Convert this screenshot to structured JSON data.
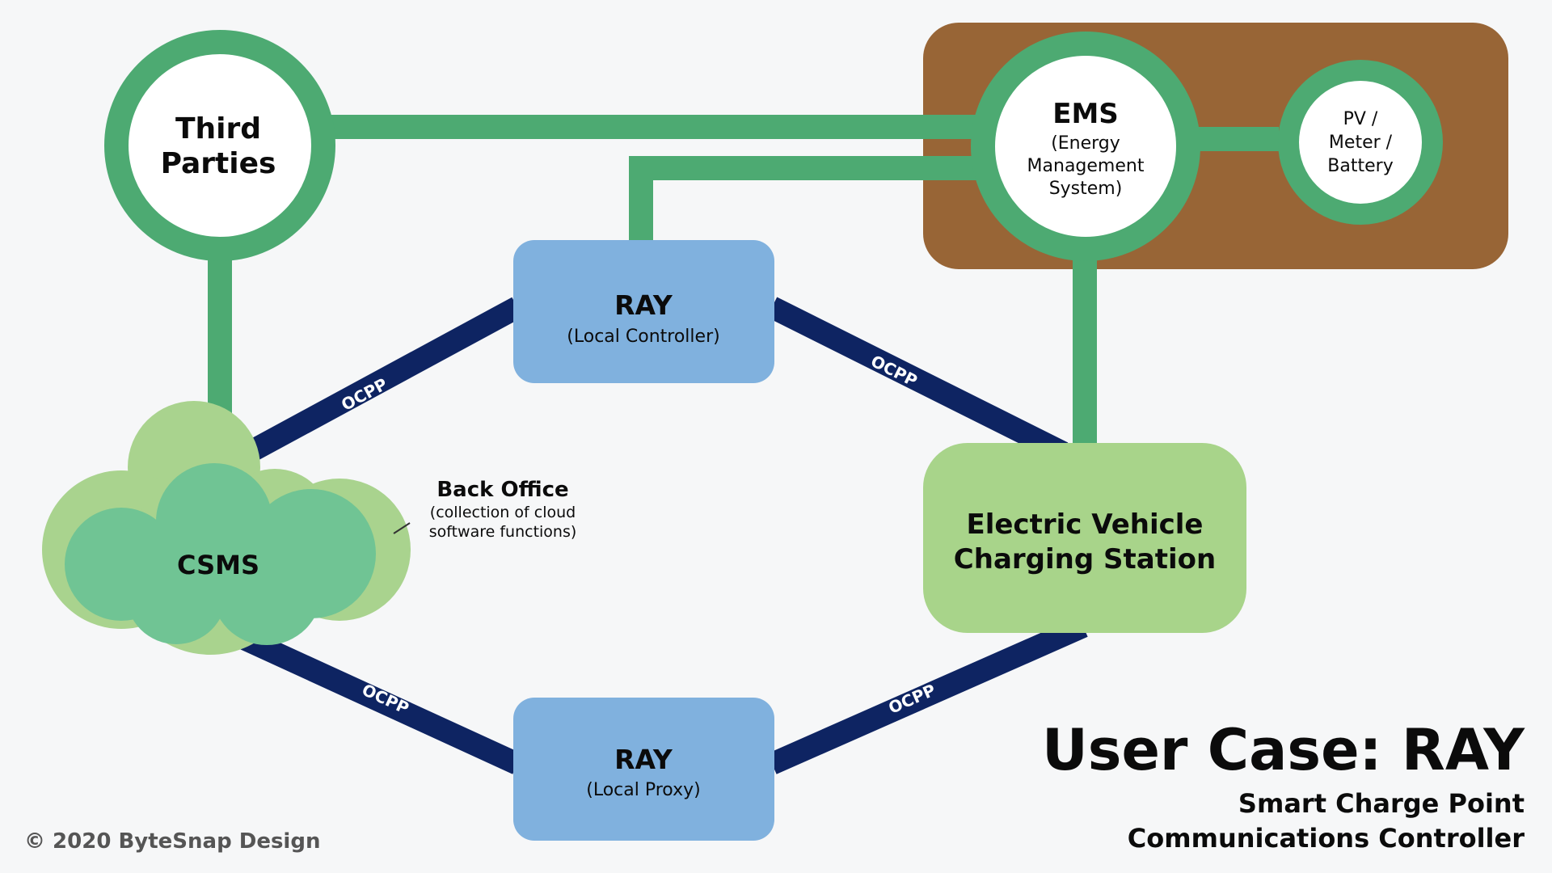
{
  "colors": {
    "background": "#f6f7f8",
    "green_link": "#4daa72",
    "navy_link": "#0e2462",
    "ray_box": "#80b1de",
    "ev_box": "#a8d48a",
    "cloud_light": "#a9d38e",
    "cloud_dark": "#70c494",
    "ems_panel": "#986536",
    "text_dark": "#0b0b0b",
    "copyright_text": "#555555"
  },
  "nodes": {
    "third_parties": {
      "line1": "Third",
      "line2": "Parties"
    },
    "ems": {
      "title": "EMS",
      "line1": "(Energy",
      "line2": "Management",
      "line3": "System)"
    },
    "pv": {
      "line1": "PV /",
      "line2": "Meter /",
      "line3": "Battery"
    },
    "ray_controller": {
      "title": "RAY",
      "subtitle": "(Local Controller)"
    },
    "ray_proxy": {
      "title": "RAY",
      "subtitle": "(Local Proxy)"
    },
    "ev_station": {
      "line1": "Electric Vehicle",
      "line2": "Charging Station"
    },
    "csms": {
      "label": "CSMS"
    }
  },
  "back_office": {
    "title": "Back Office",
    "line1": "(collection of cloud",
    "line2": "software functions)"
  },
  "links": {
    "ocpp": "OCPP"
  },
  "title": {
    "main": "User Case: RAY",
    "sub1": "Smart Charge Point",
    "sub2": "Communications Controller"
  },
  "copyright": "© 2020 ByteSnap Design"
}
